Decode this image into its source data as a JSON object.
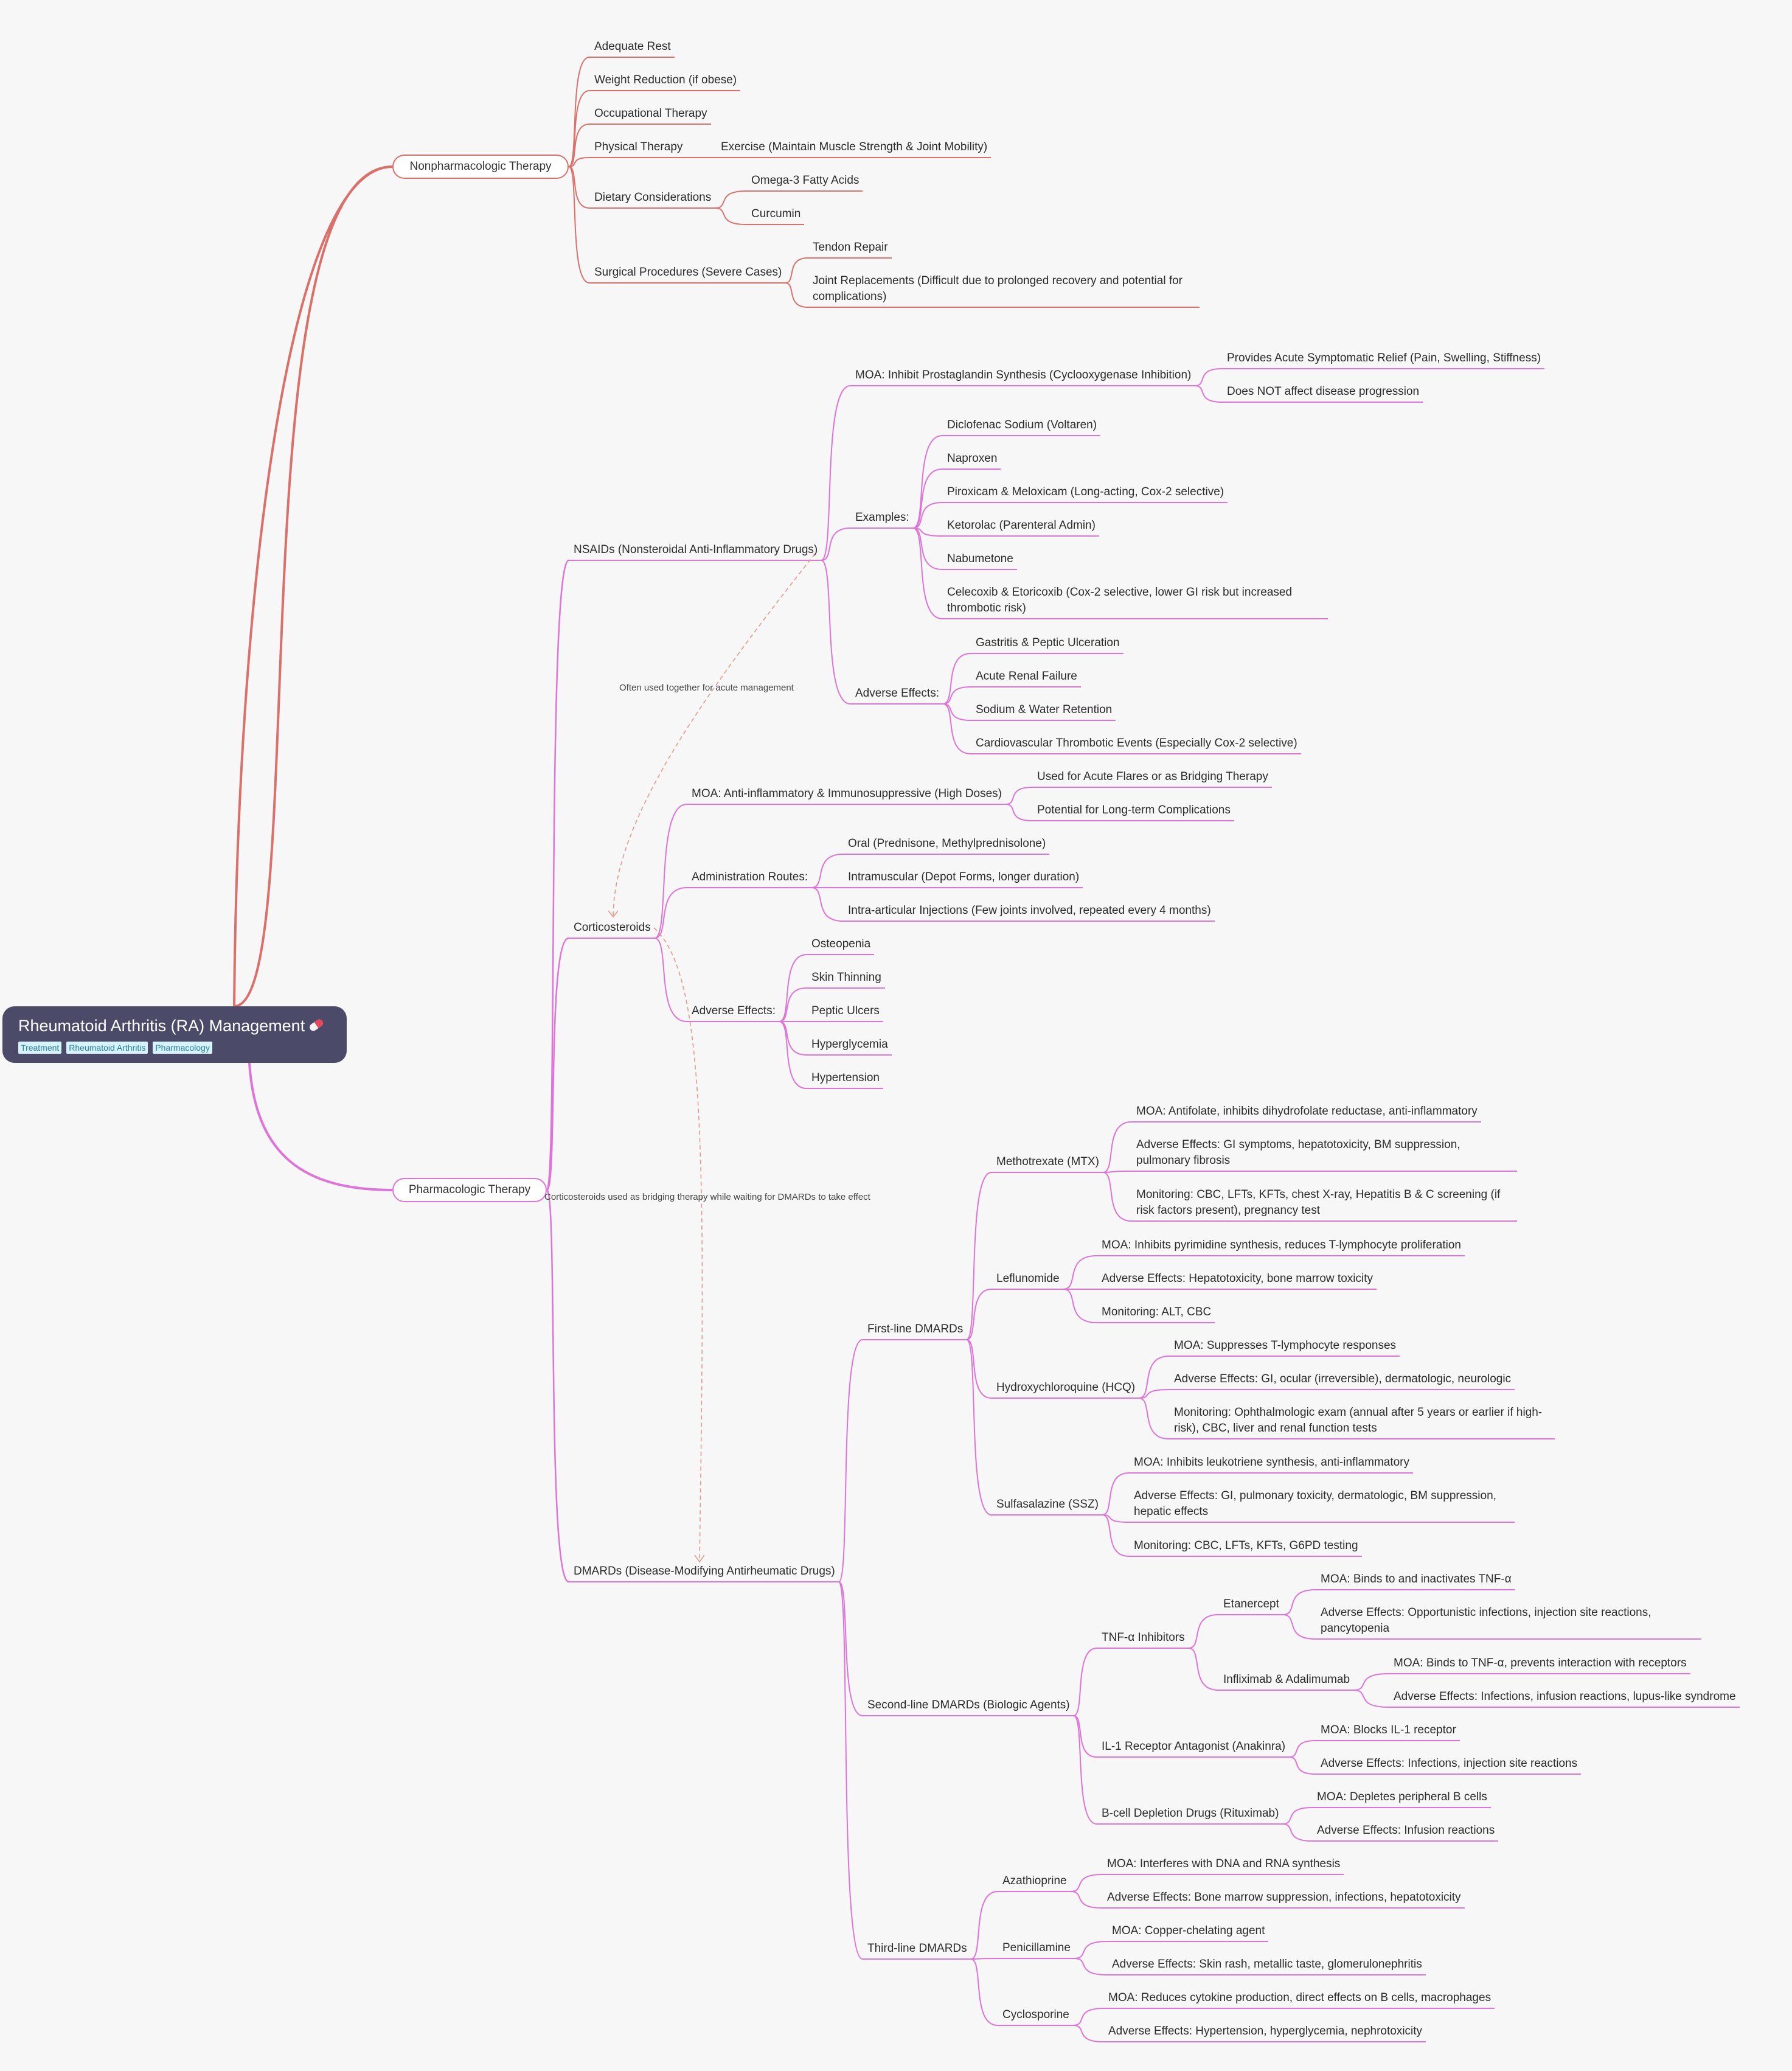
{
  "root": {
    "title": "Rheumatoid Arthritis (RA) Management",
    "icon": "pill-icon",
    "tags": [
      "Treatment",
      "Rheumatoid Arthritis",
      "Pharmacology"
    ]
  },
  "colors": {
    "nonpharm": "#d9716a",
    "pharm": "#de73d8",
    "relation": "#e59a8a",
    "root_bg": "#4b4b69"
  },
  "branches": {
    "nonpharm": {
      "label": "Nonpharmacologic Therapy",
      "items": {
        "rest": "Adequate Rest",
        "weight": "Weight Reduction (if obese)",
        "occ": "Occupational Therapy",
        "pt": "Physical Therapy",
        "pt_exercise": "Exercise (Maintain Muscle Strength & Joint Mobility)",
        "diet": "Dietary Considerations",
        "omega": "Omega-3 Fatty Acids",
        "curcumin": "Curcumin",
        "surg": "Surgical Procedures (Severe Cases)",
        "tendon": "Tendon Repair",
        "joint": "Joint Replacements (Difficult due to prolonged recovery and potential for complications)"
      }
    },
    "pharm": {
      "label": "Pharmacologic Therapy",
      "nsaids": {
        "label": "NSAIDs (Nonsteroidal Anti-Inflammatory Drugs)",
        "moa": "MOA: Inhibit Prostaglandin Synthesis (Cyclooxygenase Inhibition)",
        "moa_1": "Provides Acute Symptomatic Relief (Pain, Swelling, Stiffness)",
        "moa_2": "Does NOT affect disease progression",
        "examples": "Examples:",
        "ex_1": "Diclofenac Sodium (Voltaren)",
        "ex_2": "Naproxen",
        "ex_3": "Piroxicam & Meloxicam (Long-acting, Cox-2 selective)",
        "ex_4": "Ketorolac (Parenteral Admin)",
        "ex_5": "Nabumetone",
        "ex_6": "Celecoxib & Etoricoxib (Cox-2 selective, lower GI risk but increased thrombotic risk)",
        "ae": "Adverse Effects:",
        "ae_1": "Gastritis & Peptic Ulceration",
        "ae_2": "Acute Renal Failure",
        "ae_3": "Sodium & Water Retention",
        "ae_4": "Cardiovascular Thrombotic Events (Especially Cox-2 selective)"
      },
      "cortico": {
        "label": "Corticosteroids",
        "moa": "MOA: Anti-inflammatory & Immunosuppressive (High Doses)",
        "moa_1": "Used for Acute Flares or as Bridging Therapy",
        "moa_2": "Potential for Long-term Complications",
        "routes": "Administration Routes:",
        "r_1": "Oral (Prednisone, Methylprednisolone)",
        "r_2": "Intramuscular (Depot Forms, longer duration)",
        "r_3": "Intra-articular Injections (Few joints involved, repeated every 4 months)",
        "ae": "Adverse Effects:",
        "ae_1": "Osteopenia",
        "ae_2": "Skin Thinning",
        "ae_3": "Peptic Ulcers",
        "ae_4": "Hyperglycemia",
        "ae_5": "Hypertension"
      },
      "dmards": {
        "label": "DMARDs (Disease-Modifying Antirheumatic Drugs)",
        "first": "First-line DMARDs",
        "mtx": "Methotrexate (MTX)",
        "mtx_1": "MOA: Antifolate, inhibits dihydrofolate reductase, anti-inflammatory",
        "mtx_2": "Adverse Effects: GI symptoms, hepatotoxicity, BM suppression, pulmonary fibrosis",
        "mtx_3": "Monitoring: CBC, LFTs, KFTs, chest X-ray, Hepatitis B & C screening (if risk factors present), pregnancy test",
        "lef": "Leflunomide",
        "lef_1": "MOA: Inhibits pyrimidine synthesis, reduces T-lymphocyte proliferation",
        "lef_2": "Adverse Effects: Hepatotoxicity, bone marrow toxicity",
        "lef_3": "Monitoring: ALT, CBC",
        "hcq": "Hydroxychloroquine (HCQ)",
        "hcq_1": "MOA: Suppresses T-lymphocyte responses",
        "hcq_2": "Adverse Effects: GI, ocular (irreversible), dermatologic, neurologic",
        "hcq_3": "Monitoring: Ophthalmologic exam (annual after 5 years or earlier if high-risk), CBC, liver and renal function tests",
        "ssz": "Sulfasalazine (SSZ)",
        "ssz_1": "MOA: Inhibits leukotriene synthesis, anti-inflammatory",
        "ssz_2": "Adverse Effects: GI, pulmonary toxicity, dermatologic, BM suppression, hepatic effects",
        "ssz_3": "Monitoring: CBC, LFTs, KFTs, G6PD testing",
        "second": "Second-line DMARDs (Biologic Agents)",
        "tnf": "TNF-α Inhibitors",
        "eta": "Etanercept",
        "eta_1": "MOA: Binds to and inactivates TNF-α",
        "eta_2": "Adverse Effects: Opportunistic infections, injection site reactions, pancytopenia",
        "inf": "Infliximab & Adalimumab",
        "inf_1": "MOA: Binds to TNF-α, prevents interaction with receptors",
        "inf_2": "Adverse Effects: Infections, infusion reactions, lupus-like syndrome",
        "il1": "IL-1 Receptor Antagonist (Anakinra)",
        "il1_1": "MOA: Blocks IL-1 receptor",
        "il1_2": "Adverse Effects: Infections, injection site reactions",
        "bcell": "B-cell Depletion Drugs (Rituximab)",
        "bcell_1": "MOA: Depletes peripheral B cells",
        "bcell_2": "Adverse Effects: Infusion reactions",
        "third": "Third-line DMARDs",
        "aza": "Azathioprine",
        "aza_1": "MOA: Interferes with DNA and RNA synthesis",
        "aza_2": "Adverse Effects: Bone marrow suppression, infections, hepatotoxicity",
        "pen": "Penicillamine",
        "pen_1": "MOA: Copper-chelating agent",
        "pen_2": "Adverse Effects: Skin rash, metallic taste, glomerulonephritis",
        "cyc": "Cyclosporine",
        "cyc_1": "MOA: Reduces cytokine production, direct effects on B cells, macrophages",
        "cyc_2": "Adverse Effects: Hypertension, hyperglycemia, nephrotoxicity"
      }
    }
  },
  "relations": {
    "nsaid_cortico": "Often used together for acute management",
    "cortico_dmards": "Corticosteroids used as bridging therapy while waiting for DMARDs to take effect"
  }
}
